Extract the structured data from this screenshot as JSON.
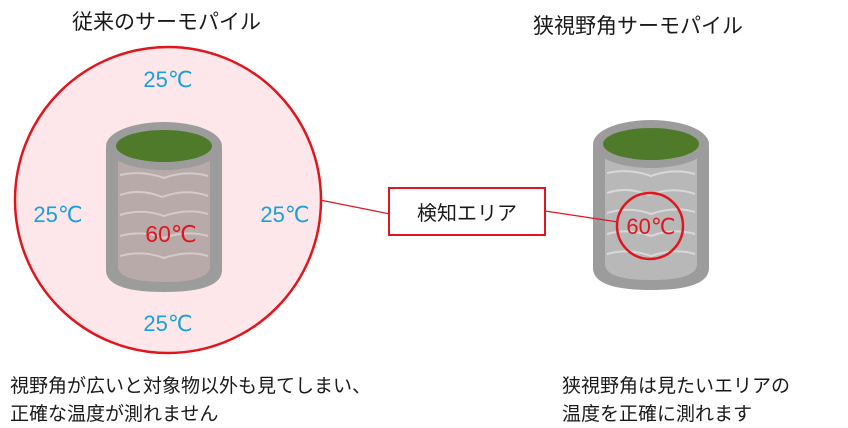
{
  "left": {
    "title": "従来のサーモパイル",
    "temps": {
      "top": "25℃",
      "left": "25℃",
      "right": "25℃",
      "bottom": "25℃",
      "center": "60℃"
    },
    "caption_line1": "視野角が広いと対象物以外も見てしまい、",
    "caption_line2": "正確な温度が測れません"
  },
  "right": {
    "title": "狭視野角サーモパイル",
    "temps": {
      "center": "60℃"
    },
    "caption_line1": "狭視野角は見たいエリアの",
    "caption_line2": "温度を正確に測れます"
  },
  "callout": {
    "label": "検知エリア"
  },
  "colors": {
    "area_red": "#e0161e",
    "ambient_blue": "#1aa0d8",
    "hot_red": "#e0161e",
    "cup_gray": "#9c9c9c",
    "liquid_green": "#4f7a2a",
    "area_fill": "#fde7ea"
  }
}
